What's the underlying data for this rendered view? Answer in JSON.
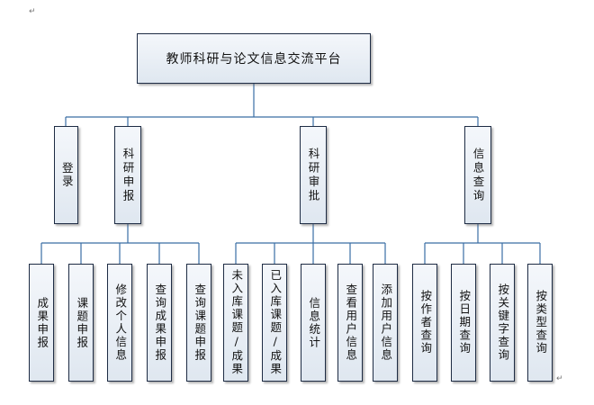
{
  "root": "教师科研与论文信息交流平台",
  "modules": {
    "login": "登录",
    "research_report": "科研申报",
    "research_review": "科研审批",
    "info_query": "信息查询"
  },
  "leaves": {
    "report": [
      "成果申报",
      "课题申报",
      "修改个人信息",
      "查询成果申报",
      "查询课题申报"
    ],
    "review": [
      "未入库课题/成果",
      "已入库课题/成果",
      "信息统计",
      "查看用户信息",
      "添加用户信息"
    ],
    "query": [
      "按作者查询",
      "按日期查询",
      "按关键字查询",
      "按类型查询"
    ]
  },
  "marks": {
    "return_symbol": "↵"
  },
  "colors": {
    "line": "#3a6ea5",
    "border": "#1e2c44",
    "fill_top": "#f4f7fb",
    "fill_bottom": "#dfe7f0"
  }
}
